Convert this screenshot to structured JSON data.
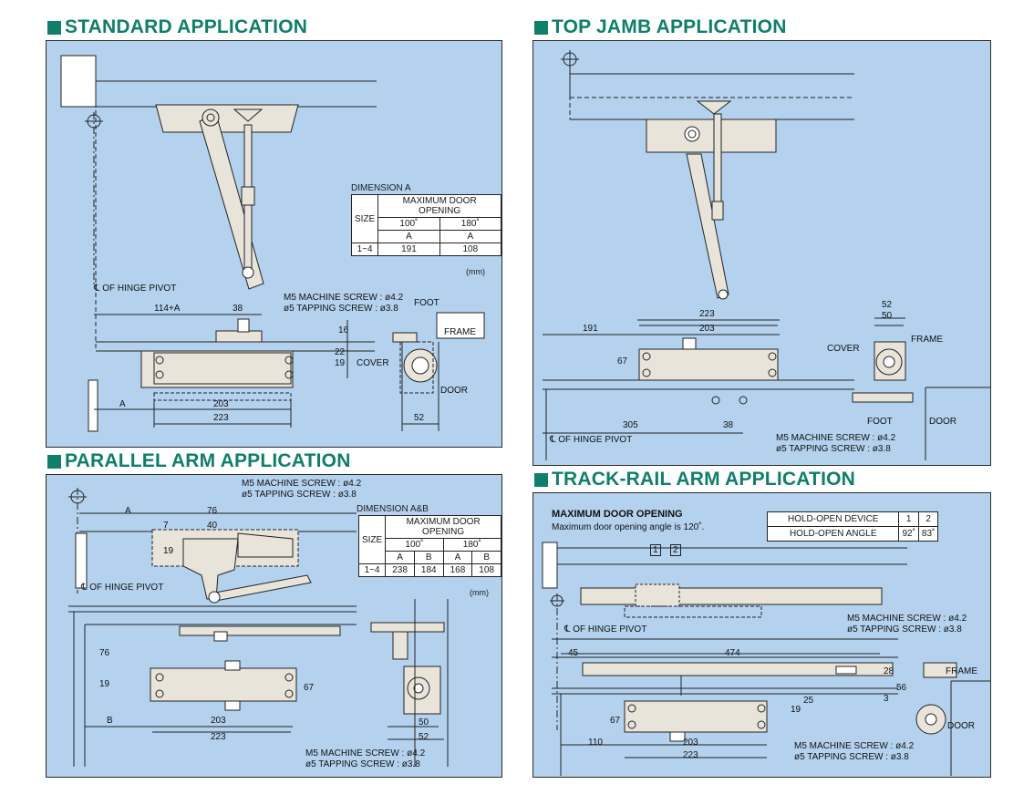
{
  "sections": {
    "standard": {
      "title": "STANDARD APPLICATION",
      "table": {
        "caption": "DIMENSION A",
        "size_header": "SIZE",
        "max_header": "MAXIMUM DOOR OPENING",
        "col1": "100˚",
        "col2": "180˚",
        "sub1": "A",
        "sub2": "A",
        "row_size": "1~4",
        "row_v1": "191",
        "row_v2": "108",
        "unit": "(mm)"
      },
      "labels": {
        "hinge_pivot": "℄ OF HINGE PIVOT",
        "d114a": "114+A",
        "d38": "38",
        "screw1": "M5 MACHINE SCREW : ø4.2",
        "screw2": "ø5 TAPPING SCREW : ø3.8",
        "foot": "FOOT",
        "frame": "FRAME",
        "d16": "16",
        "d19": "19",
        "d22": "22",
        "cover": "COVER",
        "door": "DOOR",
        "a": "A",
        "d203": "203",
        "d223": "223",
        "d52": "52"
      }
    },
    "top_jamb": {
      "title": "TOP JAMB APPLICATION",
      "labels": {
        "d223": "223",
        "d191": "191",
        "d203": "203",
        "d67": "67",
        "d52": "52",
        "d50": "50",
        "frame": "FRAME",
        "cover": "COVER",
        "foot": "FOOT",
        "door": "DOOR",
        "d305": "305",
        "d38": "38",
        "hinge_pivot": "℄ OF HINGE PIVOT",
        "screw1": "M5 MACHINE SCREW : ø4.2",
        "screw2": "ø5 TAPPING SCREW : ø3.8"
      }
    },
    "parallel": {
      "title": "PARALLEL ARM APPLICATION",
      "table": {
        "caption": "DIMENSION A&B",
        "size_header": "SIZE",
        "max_header": "MAXIMUM DOOR OPENING",
        "col1": "100˚",
        "col2": "180˚",
        "sub_a1": "A",
        "sub_b1": "B",
        "sub_a2": "A",
        "sub_b2": "B",
        "row_size": "1~4",
        "v1": "238",
        "v2": "184",
        "v3": "168",
        "v4": "108",
        "unit": "(mm)"
      },
      "labels": {
        "screw1": "M5 MACHINE SCREW : ø4.2",
        "screw2": "ø5 TAPPING SCREW : ø3.8",
        "a": "A",
        "d76": "76",
        "d7": "7",
        "d40": "40",
        "d19": "19",
        "hinge_pivot": "℄ OF HINGE PIVOT",
        "d76v": "76",
        "d19v": "19",
        "d67": "67",
        "b": "B",
        "d203": "203",
        "d223": "223",
        "d50": "50",
        "d52": "52",
        "screw3": "M5 MACHINE SCREW : ø4.2",
        "screw4": "ø5 TAPPING SCREW : ø3.8"
      }
    },
    "track_rail": {
      "title": "TRACK-RAIL ARM APPLICATION",
      "max_title": "MAXIMUM DOOR OPENING",
      "max_text": "Maximum door opening angle is 120˚.",
      "hold_table": {
        "device_label": "HOLD-OPEN DEVICE",
        "d1": "1",
        "d2": "2",
        "angle_label": "HOLD-OPEN ANGLE",
        "a1": "92˚",
        "a2": "83˚"
      },
      "labels": {
        "n1": "1",
        "n2": "2",
        "hinge_pivot": "℄ OF HINGE PIVOT",
        "screw1": "M5 MACHINE SCREW : ø4.2",
        "screw2": "ø5 TAPPING SCREW : ø3.8",
        "d45": "45",
        "d474": "474",
        "d28": "28",
        "frame": "FRAME",
        "d3": "3",
        "d56": "56",
        "d19": "19",
        "d25": "25",
        "d67": "67",
        "door": "DOOR",
        "d110": "110",
        "d203": "203",
        "d223": "223",
        "screw3": "M5 MACHINE SCREW : ø4.2",
        "screw4": "ø5 TAPPING SCREW : ø3.8"
      }
    }
  },
  "colors": {
    "panel_bg": "#b4d2ee",
    "title": "#0f7f6a",
    "part_fill": "#e8e4da"
  }
}
